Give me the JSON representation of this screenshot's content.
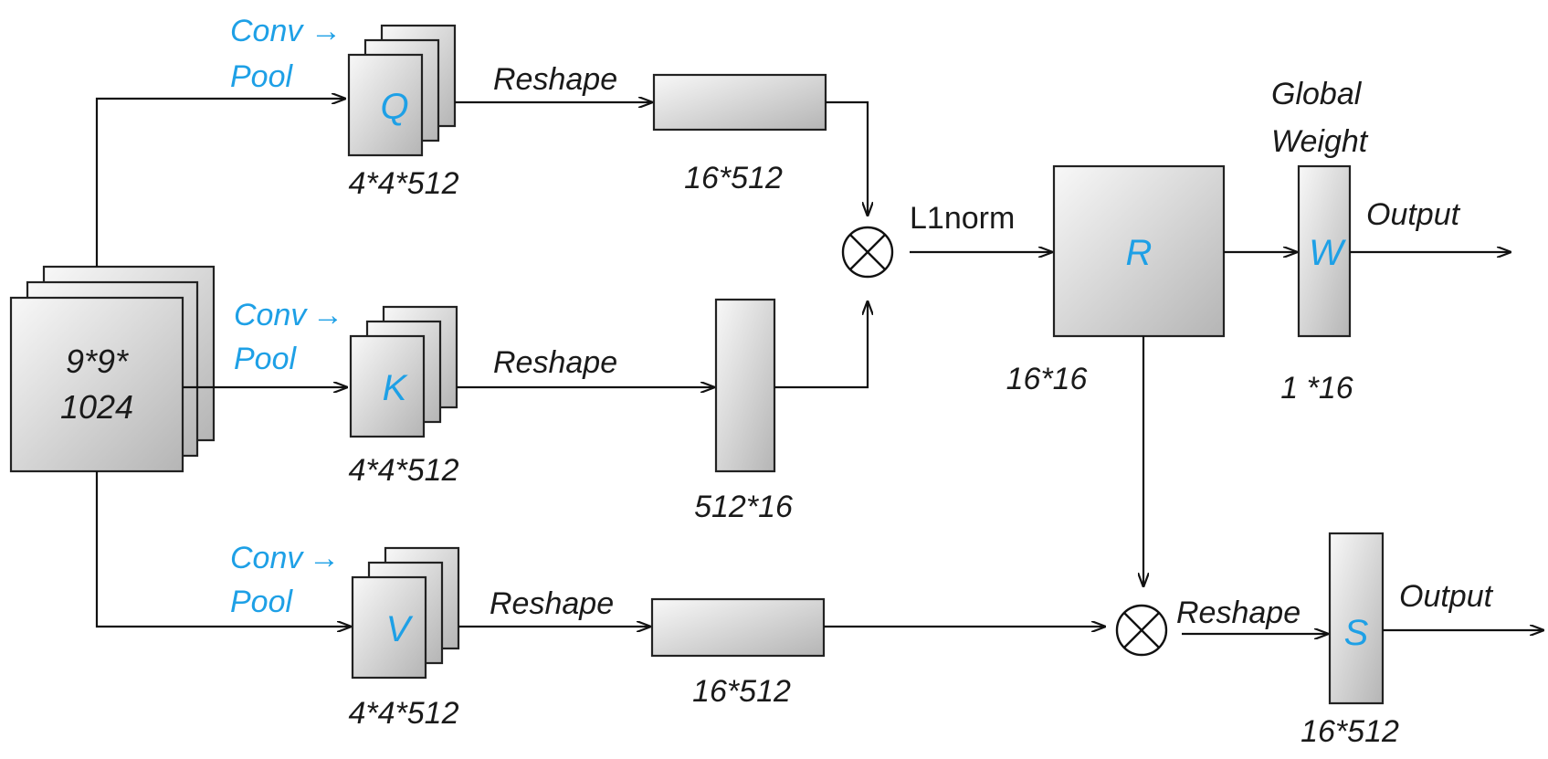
{
  "input": {
    "dims_line1": "9*9*",
    "dims_line2": "1024"
  },
  "branches": [
    {
      "conv_label": "Conv",
      "conv_arrow": "→",
      "pool_label": "Pool",
      "letter": "Q",
      "dims": "4*4*512",
      "reshape_label": "Reshape",
      "reshaped_dims": "16*512"
    },
    {
      "conv_label": "Conv",
      "conv_arrow": "→",
      "pool_label": "Pool",
      "letter": "K",
      "dims": "4*4*512",
      "reshape_label": "Reshape",
      "reshaped_dims": "512*16"
    },
    {
      "conv_label": "Conv",
      "conv_arrow": "→",
      "pool_label": "Pool",
      "letter": "V",
      "dims": "4*4*512",
      "reshape_label": "Reshape",
      "reshaped_dims": "16*512"
    }
  ],
  "multiply_symbol": "⊗",
  "l1norm_label": "L1norm",
  "relation": {
    "letter": "R",
    "dims": "16*16"
  },
  "global_weight": {
    "title_line1": "Global",
    "title_line2": "Weight",
    "letter": "W",
    "dims": "1 *16",
    "output_label": "Output"
  },
  "final": {
    "reshape_label": "Reshape",
    "letter": "S",
    "dims": "16*512",
    "output_label": "Output"
  },
  "colors": {
    "accent_text": "#1ea0e6",
    "box_gradient_light": "#f7f7f7",
    "box_gradient_dark": "#b8b8b8",
    "lines": "#111111"
  }
}
